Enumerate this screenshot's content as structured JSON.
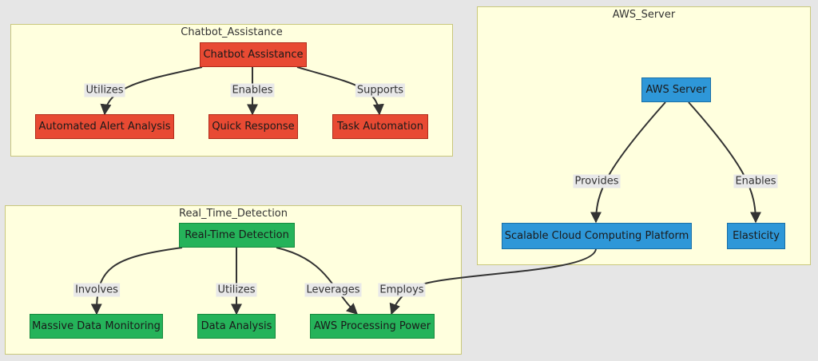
{
  "colors": {
    "chatbot": "#e84a33",
    "chatbot_border": "#b02a1a",
    "realtime": "#25b35a",
    "realtime_border": "#158a3c",
    "aws": "#2e97d8",
    "aws_border": "#1a6fa6",
    "edge": "#333333"
  },
  "clusters": {
    "chatbot": {
      "title": "Chatbot_Assistance"
    },
    "aws": {
      "title": "AWS_Server"
    },
    "realtime": {
      "title": "Real_Time_Detection"
    }
  },
  "nodes": {
    "chatbot": {
      "root": "Chatbot Assistance",
      "alert": "Automated Alert Analysis",
      "quick": "Quick Response",
      "task": "Task Automation"
    },
    "aws": {
      "root": "AWS Server",
      "scalable": "Scalable Cloud Computing Platform",
      "elasticity": "Elasticity"
    },
    "realtime": {
      "root": "Real-Time Detection",
      "monitoring": "Massive Data Monitoring",
      "analysis": "Data Analysis",
      "power": "AWS Processing Power"
    }
  },
  "edges": {
    "utilizes_chatbot": "Utilizes",
    "enables_chatbot": "Enables",
    "supports": "Supports",
    "provides": "Provides",
    "enables_aws": "Enables",
    "involves": "Involves",
    "utilizes_rt": "Utilizes",
    "leverages": "Leverages",
    "employs": "Employs"
  }
}
